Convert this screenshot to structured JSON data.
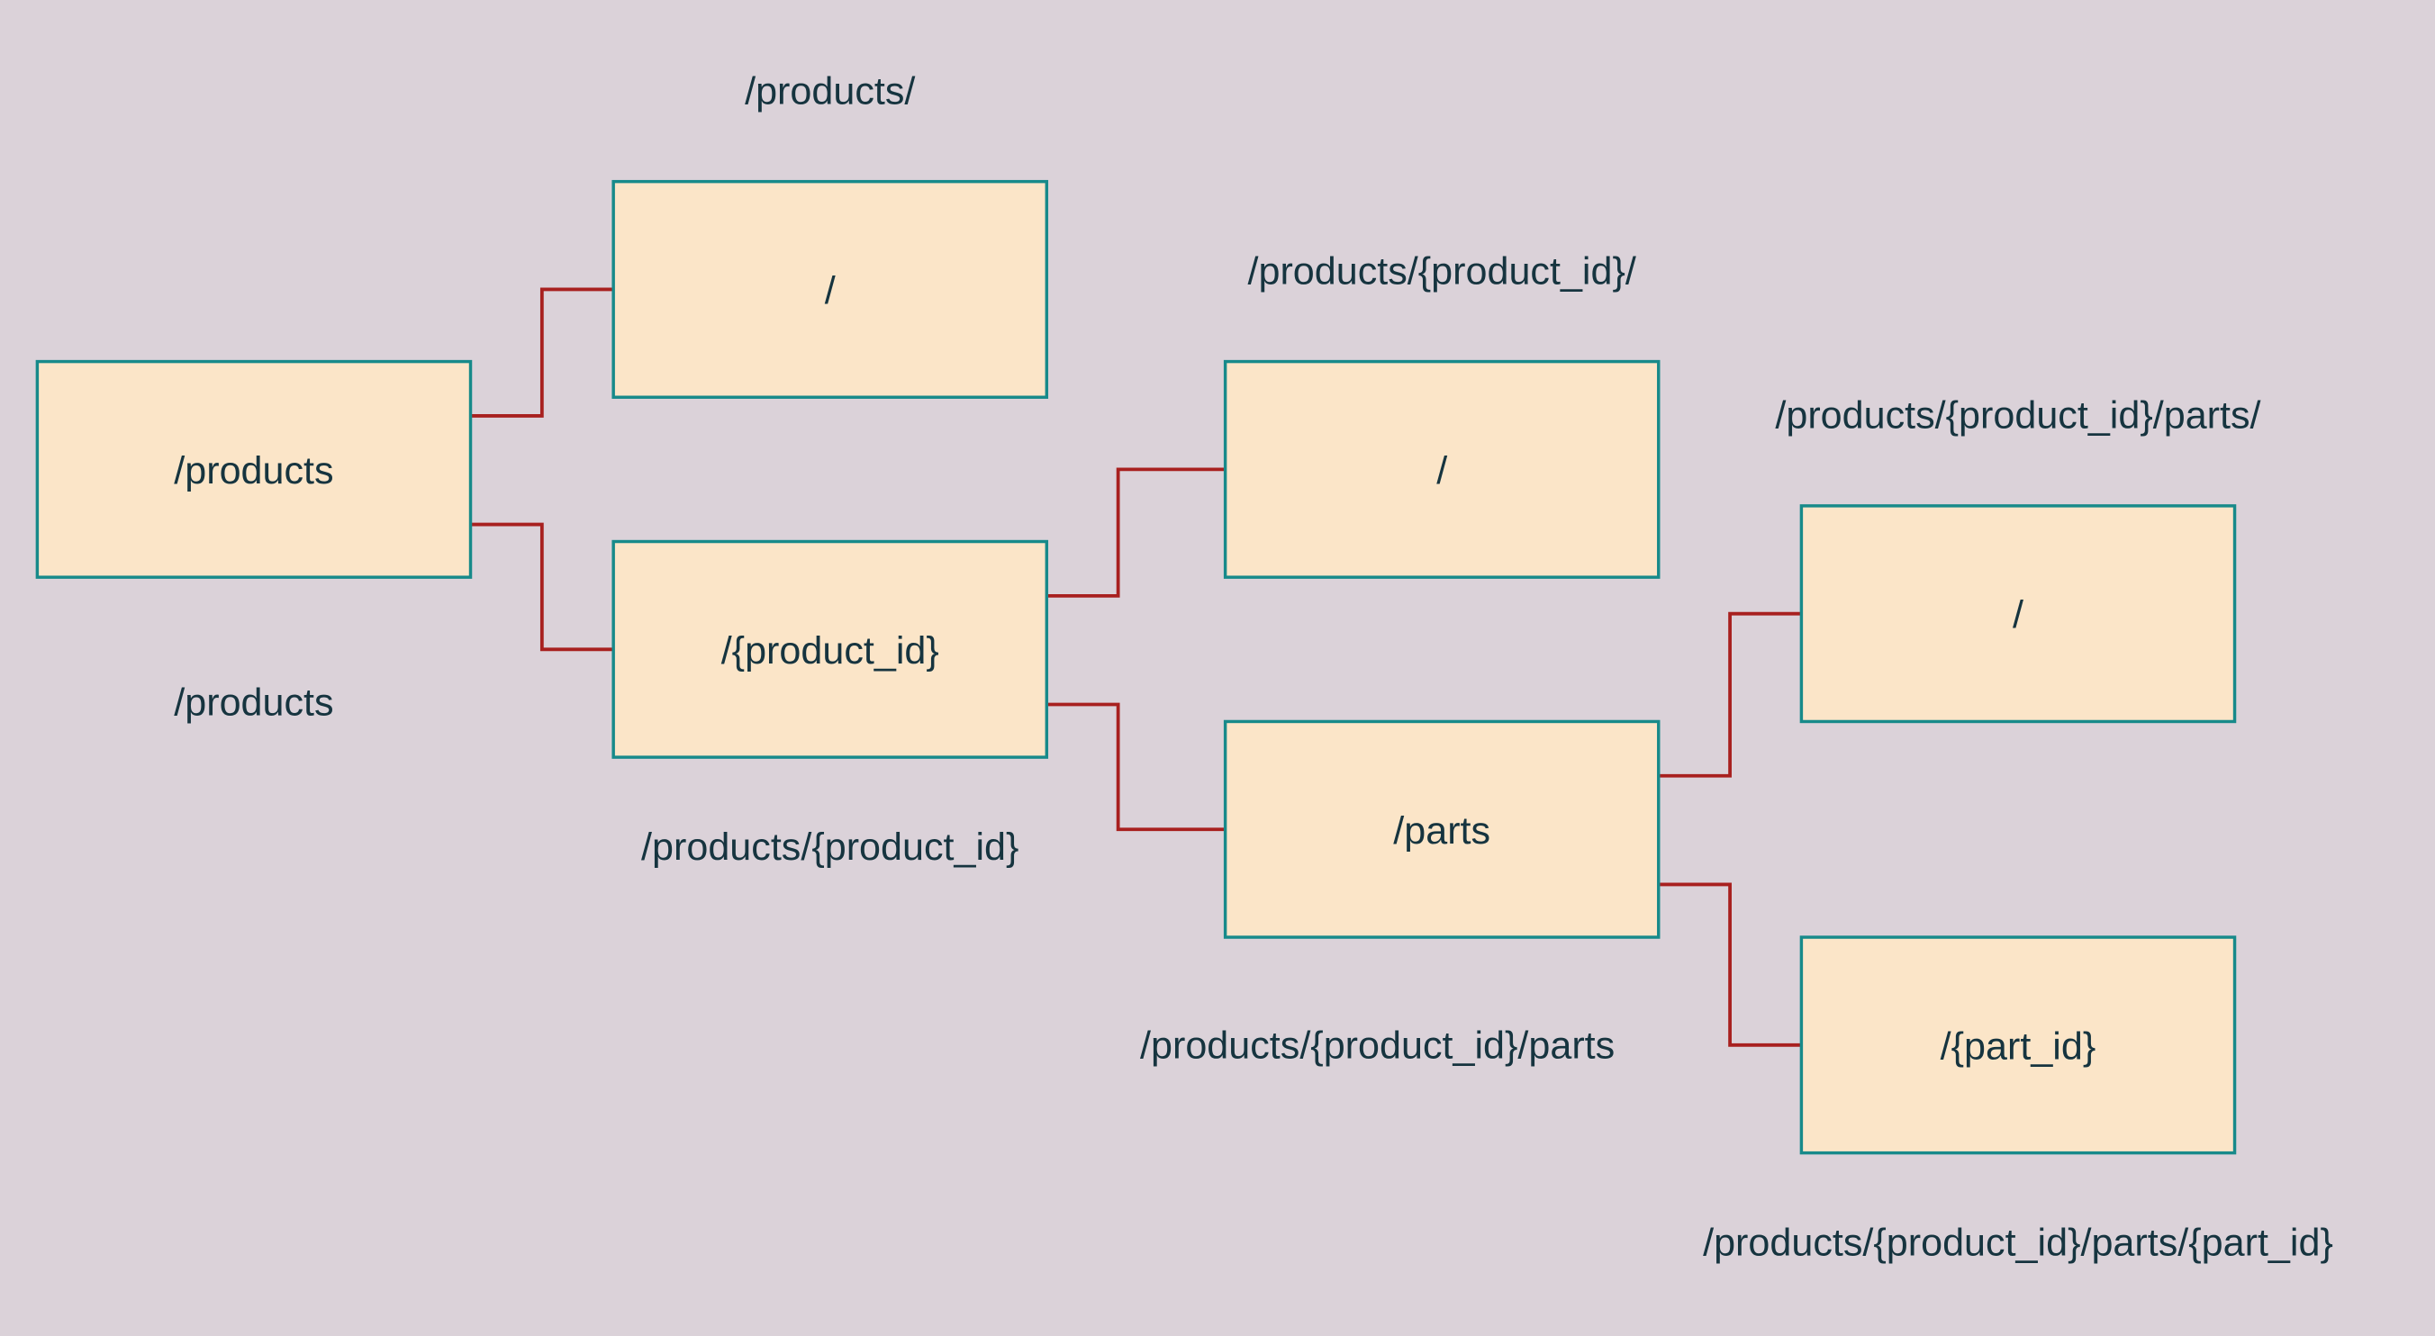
{
  "colors": {
    "background": "#dbd2d9",
    "node_fill": "#fbe5c8",
    "node_border": "#178a8a",
    "connector": "#a8201f",
    "text": "#16343f"
  },
  "nodes": [
    {
      "id": "products",
      "label": "/products",
      "path_label": "/products"
    },
    {
      "id": "products-root",
      "label": "/",
      "path_label": "/products/"
    },
    {
      "id": "product-id",
      "label": "/{product_id}",
      "path_label": "/products/{product_id}"
    },
    {
      "id": "product-id-root",
      "label": "/",
      "path_label": "/products/{product_id}/"
    },
    {
      "id": "parts",
      "label": "/parts",
      "path_label": "/products/{product_id}/parts"
    },
    {
      "id": "parts-root",
      "label": "/",
      "path_label": "/products/{product_id}/parts/"
    },
    {
      "id": "part-id",
      "label": "/{part_id}",
      "path_label": "/products/{product_id}/parts/{part_id}"
    }
  ],
  "edges": [
    {
      "from": "products",
      "to": "products-root"
    },
    {
      "from": "products",
      "to": "product-id"
    },
    {
      "from": "product-id",
      "to": "product-id-root"
    },
    {
      "from": "product-id",
      "to": "parts"
    },
    {
      "from": "parts",
      "to": "parts-root"
    },
    {
      "from": "parts",
      "to": "part-id"
    }
  ]
}
